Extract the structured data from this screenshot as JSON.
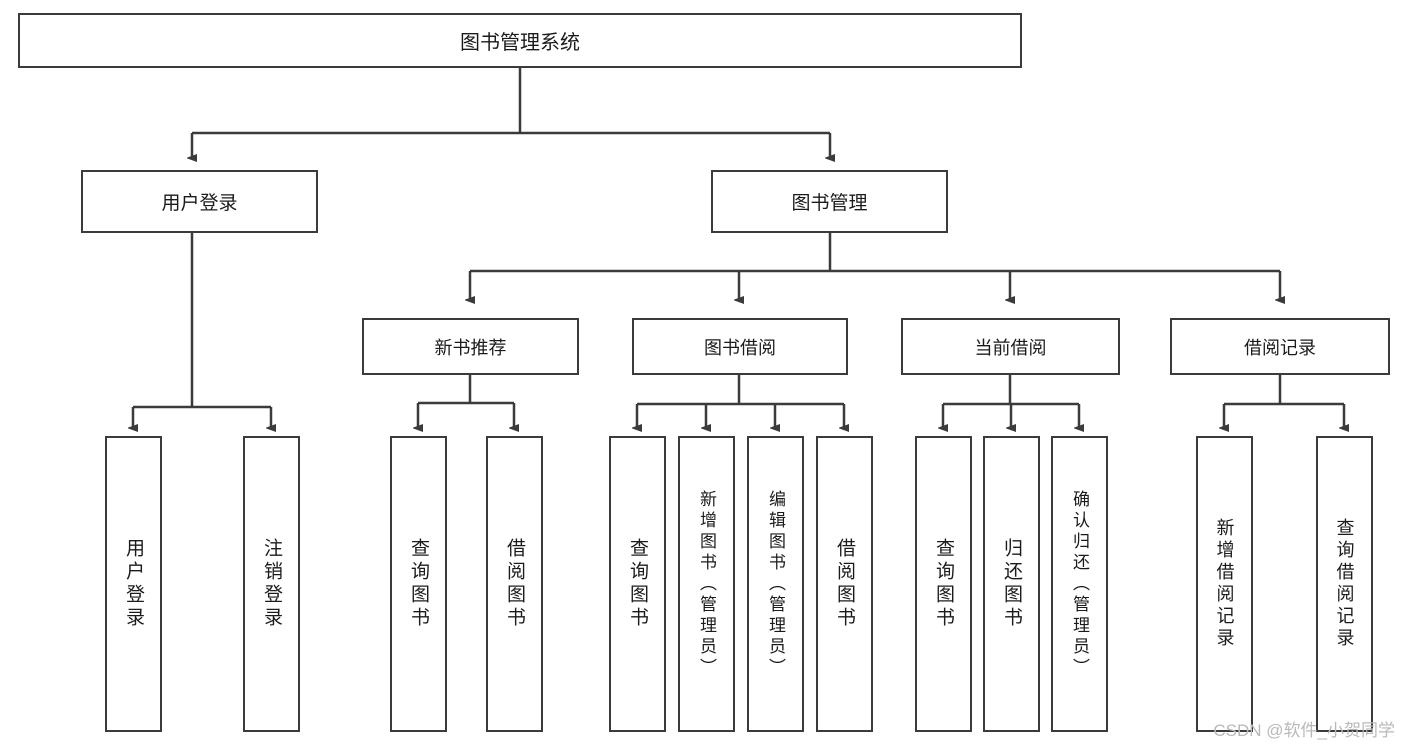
{
  "diagram": {
    "title": "图书管理系统",
    "type": "tree-hierarchy-diagram",
    "watermark": "CSDN @软件_小贺同学",
    "colors": {
      "stroke": "#3b3b3b",
      "fill": "#ffffff",
      "text": "#1b1b1b",
      "watermark": "#b9b9b9"
    },
    "root": {
      "label": "图书管理系统"
    },
    "level2": [
      {
        "label": "用户登录"
      },
      {
        "label": "图书管理"
      }
    ],
    "level3": [
      {
        "label": "新书推荐"
      },
      {
        "label": "图书借阅"
      },
      {
        "label": "当前借阅"
      },
      {
        "label": "借阅记录"
      }
    ],
    "leaves": {
      "user_login": [
        {
          "label": "用户登录"
        },
        {
          "label": "注销登录"
        }
      ],
      "new_book_recommend": [
        {
          "label": "查询图书"
        },
        {
          "label": "借阅图书"
        }
      ],
      "book_borrow": [
        {
          "label": "查询图书"
        },
        {
          "label": "新增图书（管理员）"
        },
        {
          "label": "编辑图书（管理员）"
        },
        {
          "label": "借阅图书"
        }
      ],
      "current_borrow": [
        {
          "label": "查询图书"
        },
        {
          "label": "归还图书"
        },
        {
          "label": "确认归还（管理员）"
        }
      ],
      "borrow_records": [
        {
          "label": "新增借阅记录"
        },
        {
          "label": "查询借阅记录"
        }
      ]
    }
  }
}
